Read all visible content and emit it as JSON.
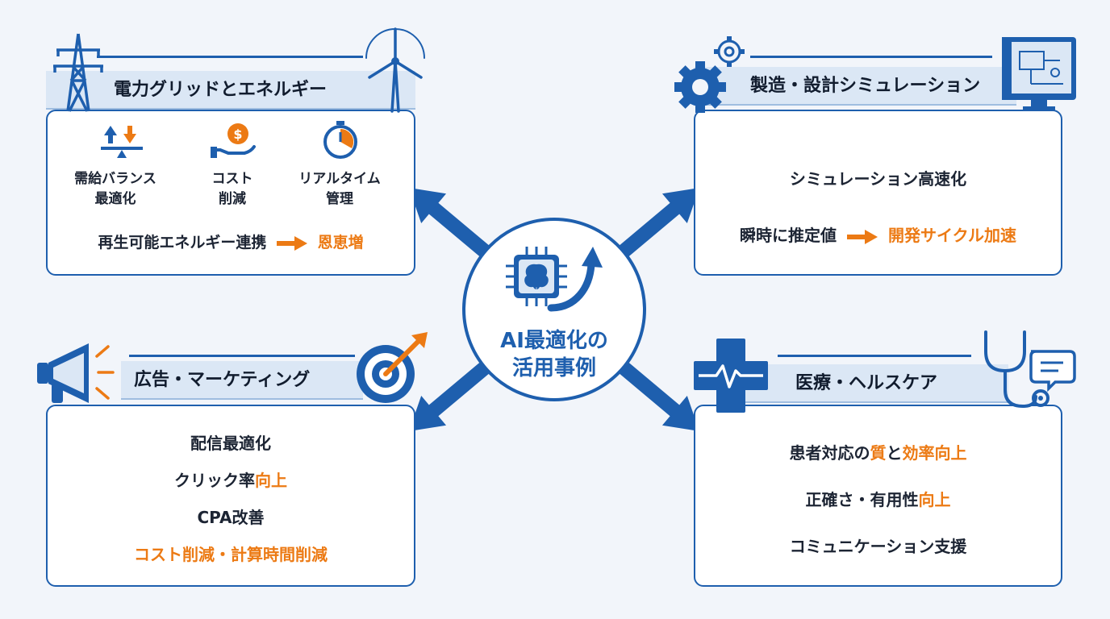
{
  "center": {
    "line1": "AI最適化の",
    "line2": "活用事例"
  },
  "energy": {
    "title": "電力グリッドとエネルギー",
    "items": [
      {
        "line1": "需給バランス",
        "line2": "最適化"
      },
      {
        "line1": "コスト",
        "line2": "削減"
      },
      {
        "line1": "リアルタイム",
        "line2": "管理"
      }
    ],
    "bottom_text": "再生可能エネルギー連携",
    "bottom_result": "恩恵増"
  },
  "manufacturing": {
    "title": "製造・設計シミュレーション",
    "line1": "シミュレーション高速化",
    "line2_text": "瞬時に推定値",
    "line2_result": "開発サイクル加速"
  },
  "marketing": {
    "title": "広告・マーケティング",
    "line1": "配信最適化",
    "line2_text": "クリック率",
    "line2_highlight": "向上",
    "line3": "CPA改善",
    "line4": "コスト削減・計算時間削減"
  },
  "healthcare": {
    "title": "医療・ヘルスケア",
    "line1_a": "患者対応の",
    "line1_b": "質",
    "line1_c": "と",
    "line1_d": "効率向上",
    "line2_text": "正確さ・有用性",
    "line2_highlight": "向上",
    "line3": "コミュニケーション支援"
  },
  "colors": {
    "primary": "#1e5fae",
    "accent": "#ec7a14",
    "header_bg": "#dbe7f5",
    "background": "#f2f5fa"
  }
}
